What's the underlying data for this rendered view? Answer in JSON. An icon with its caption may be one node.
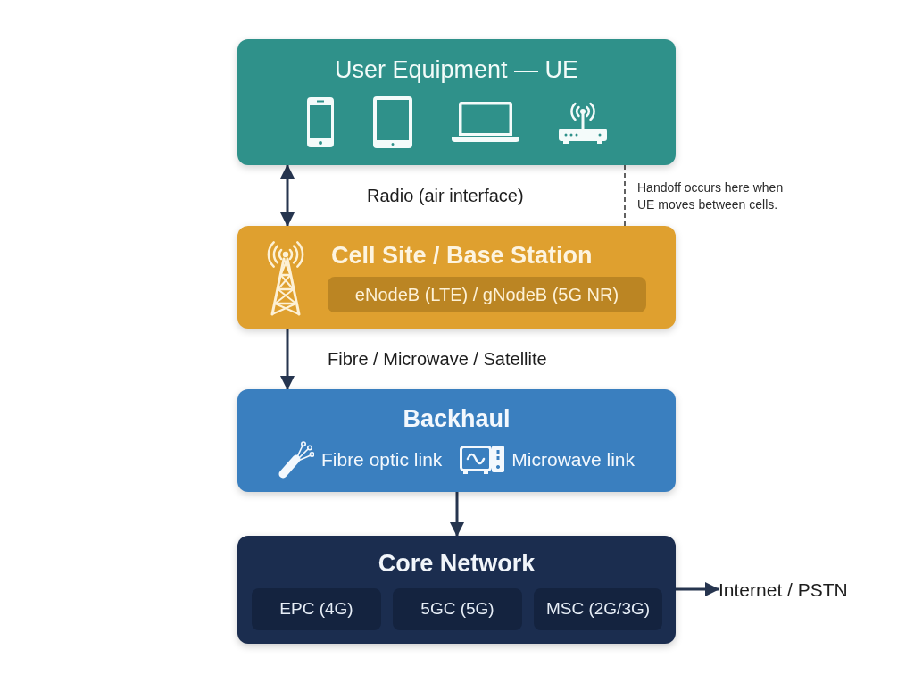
{
  "diagram": {
    "nodes": [
      {
        "text": [
          "User Equipment — UE"
        ]
      },
      {
        "text": [
          "Cell Site / Base Station"
        ]
      },
      {
        "text": [
          "eNodeB (LTE) / gNodeB (5G NR)"
        ],
        "in": 1
      },
      {
        "text": [
          "Backhaul",
          "Fibre optic link",
          "Microwave link"
        ]
      },
      {
        "text": [
          "Core Network"
        ]
      },
      {
        "text": [
          "EPC (4G)"
        ],
        "in": 4
      },
      {
        "text": [
          "5GC (5G)"
        ],
        "in": 4
      },
      {
        "text": [
          "MSC (2G/3G)"
        ],
        "in": 4
      },
      {
        "text": [
          "Internet / PSTN"
        ]
      }
    ],
    "edges": [
      {
        "from": 0,
        "to": 1,
        "arrow": "both",
        "label": "Radio (air interface)"
      },
      {
        "from": 0,
        "to": 1,
        "arrow": "none",
        "style": "dashed",
        "label": "Handoff occurs here when UE moves between cells."
      },
      {
        "from": 1,
        "to": 3,
        "arrow": "to",
        "label": "Fibre / Microwave / Satellite"
      },
      {
        "from": 3,
        "to": 4,
        "arrow": "to"
      },
      {
        "from": 4,
        "to": 8,
        "arrow": "to"
      }
    ]
  }
}
